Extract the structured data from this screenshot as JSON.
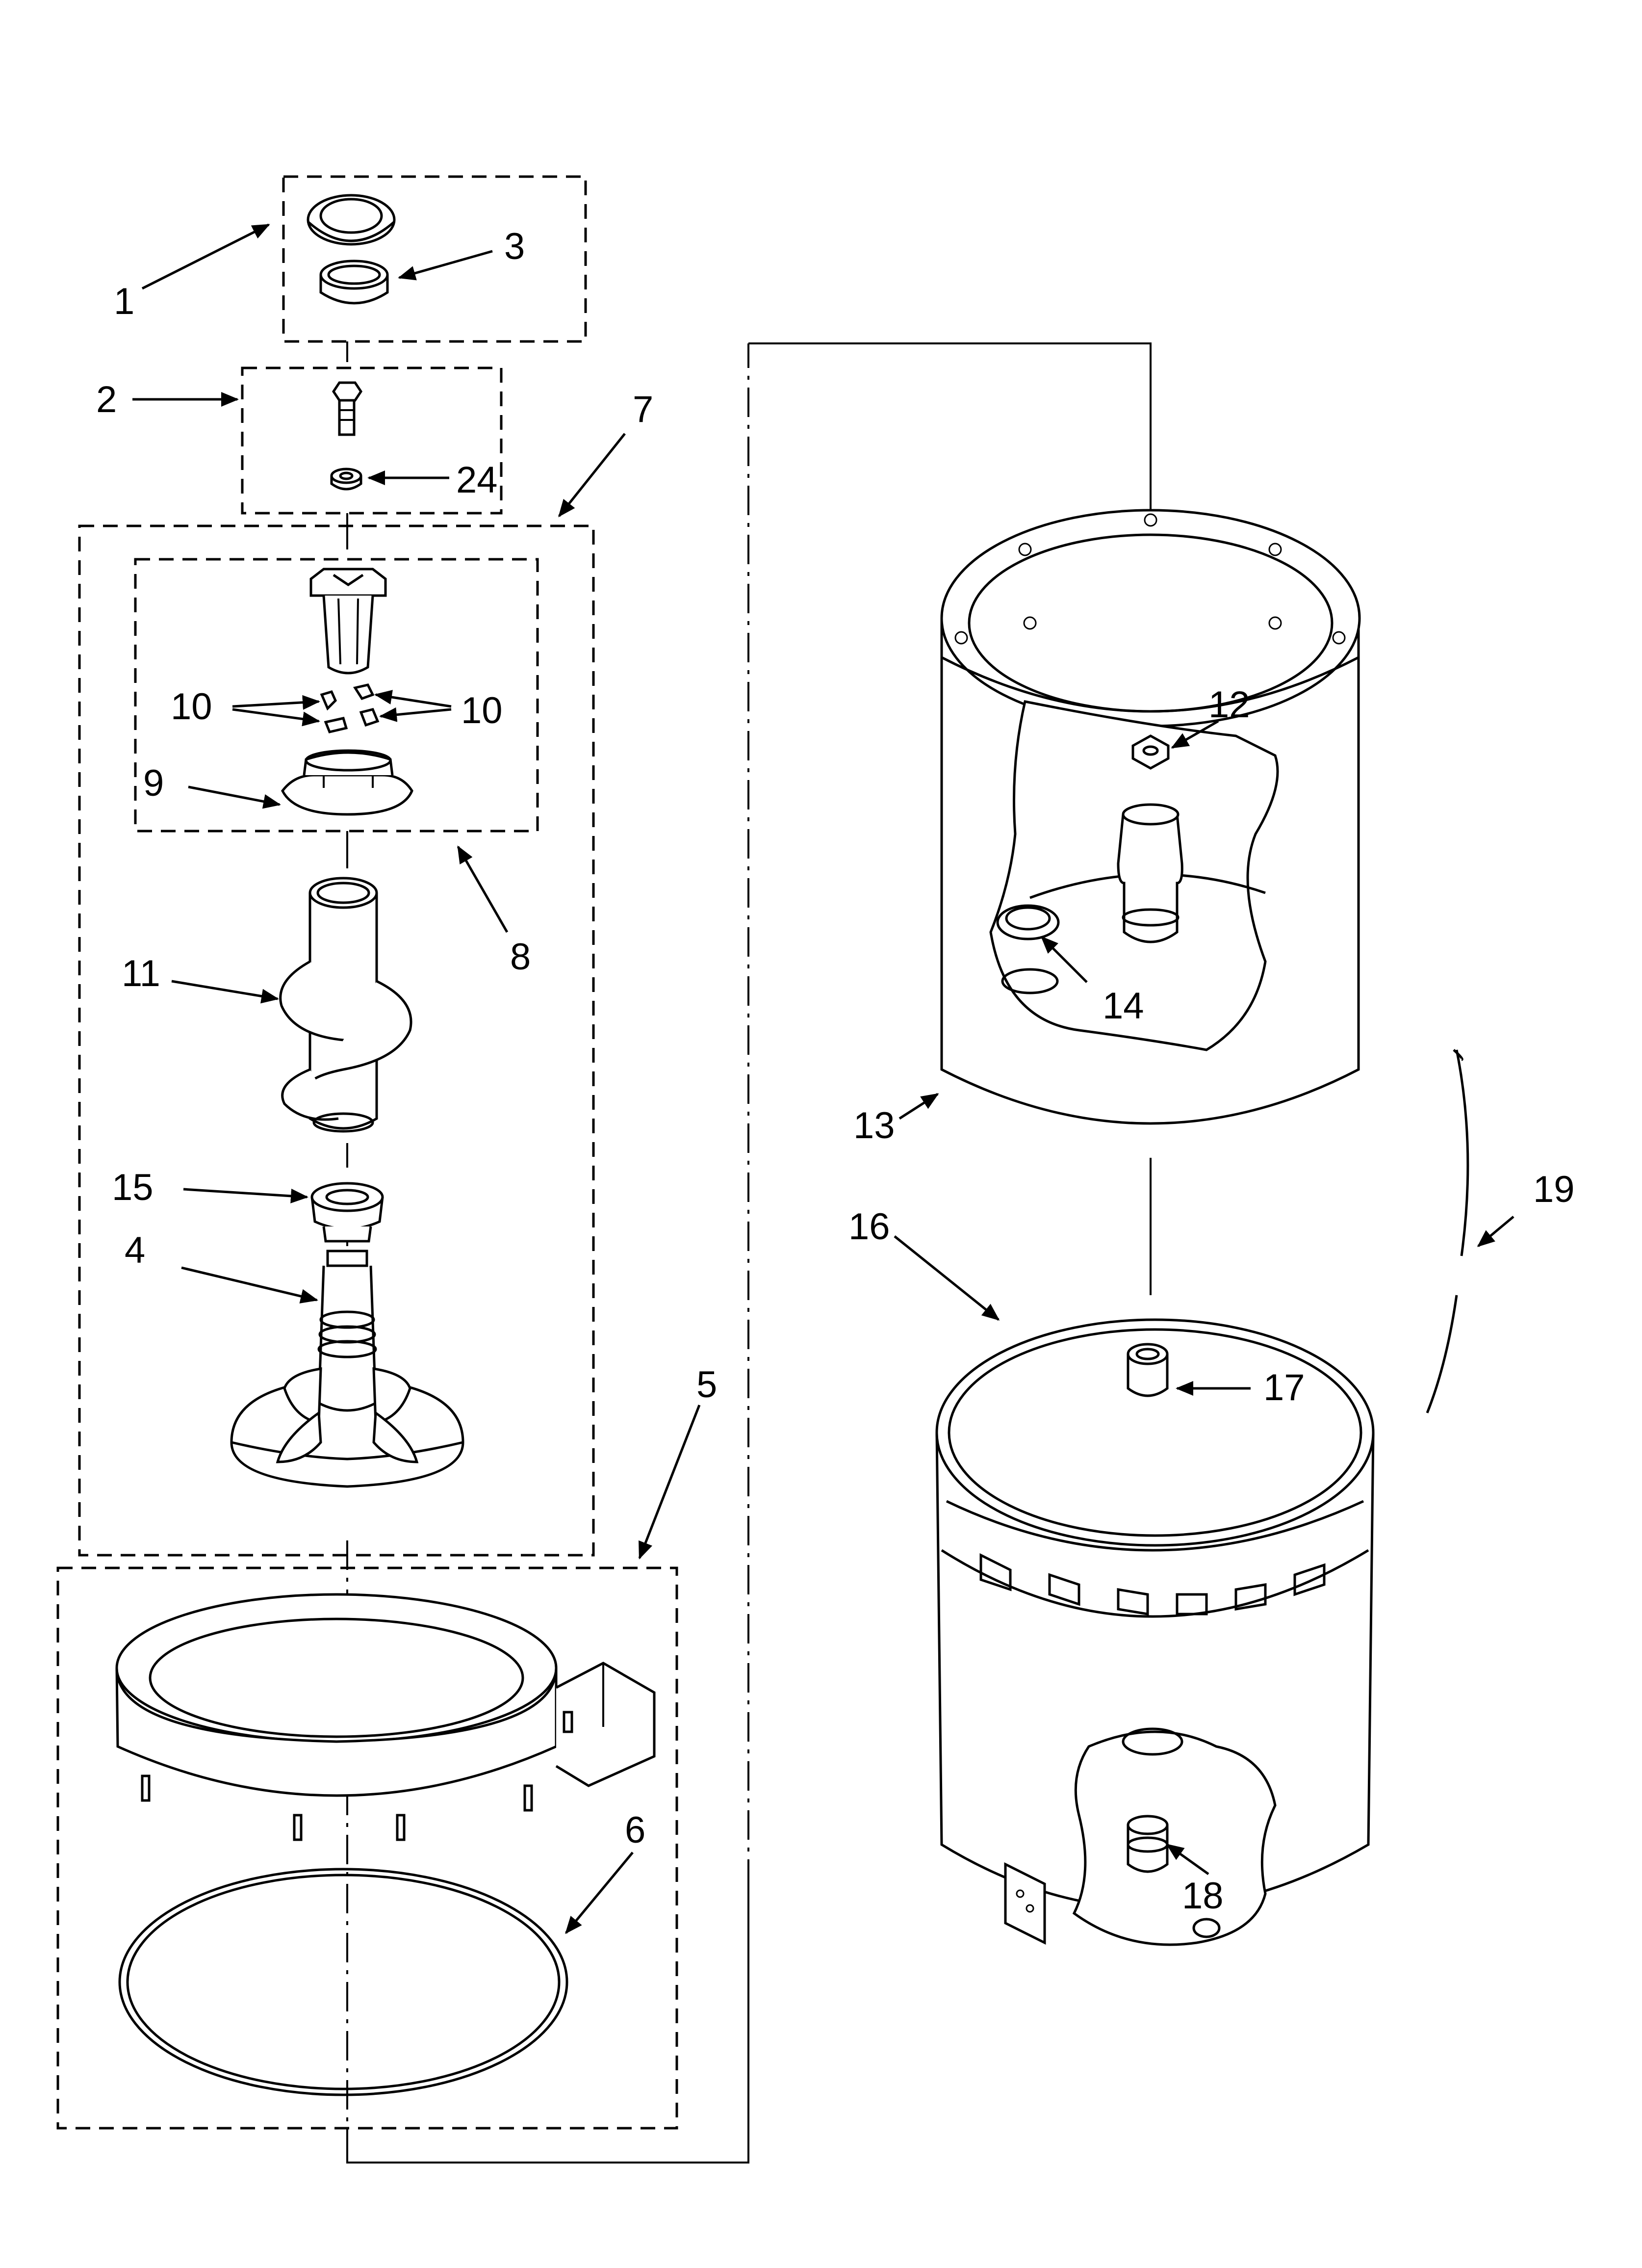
{
  "callouts": {
    "c1": "1",
    "c2": "2",
    "c3": "3",
    "c4": "4",
    "c5": "5",
    "c6": "6",
    "c7": "7",
    "c8": "8",
    "c9": "9",
    "c10a": "10",
    "c10b": "10",
    "c11": "11",
    "c12": "12",
    "c13": "13",
    "c14": "14",
    "c15": "15",
    "c16": "16",
    "c17": "17",
    "c18": "18",
    "c19": "19",
    "c24": "24"
  }
}
